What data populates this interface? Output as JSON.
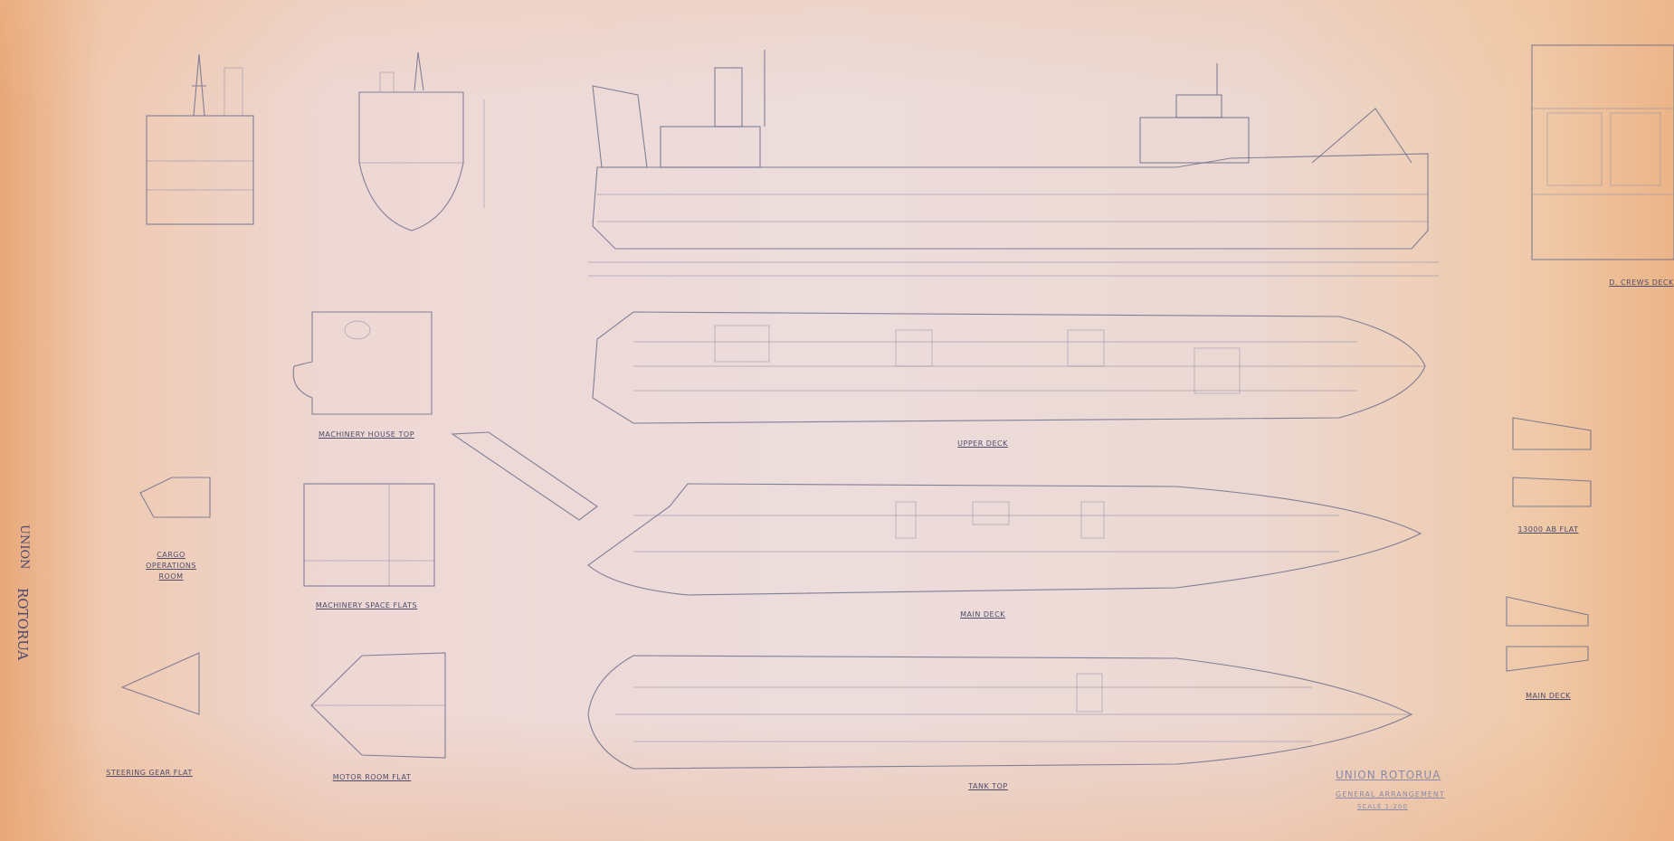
{
  "title_block": {
    "vessel": "UNION ROTORUA",
    "drawing": "GENERAL ARRANGEMENT",
    "scale": "SCALE 1:200"
  },
  "margin_note": {
    "line1": "UNION",
    "line2": "ROTORUA"
  },
  "views": {
    "machinery_house_top": "MACHINERY HOUSE TOP",
    "upper_deck": "UPPER DECK",
    "cargo_operations_room": "CARGO OPERATIONS ROOM",
    "machinery_space_flats": "MACHINERY SPACE FLATS",
    "main_deck": "MAIN DECK",
    "ab_flat": "13000 AB FLAT",
    "steering_gear_flat": "STEERING GEAR FLAT",
    "motor_room_flat": "MOTOR ROOM FLAT",
    "tank_top": "TANK TOP",
    "main_deck_detail": "MAIN DECK",
    "crews_deck": "D. CREWS DECK"
  },
  "colors": {
    "paper": "#ecdcdc",
    "edge_stain": "#e8a878",
    "linework": "#6f6f8c"
  }
}
